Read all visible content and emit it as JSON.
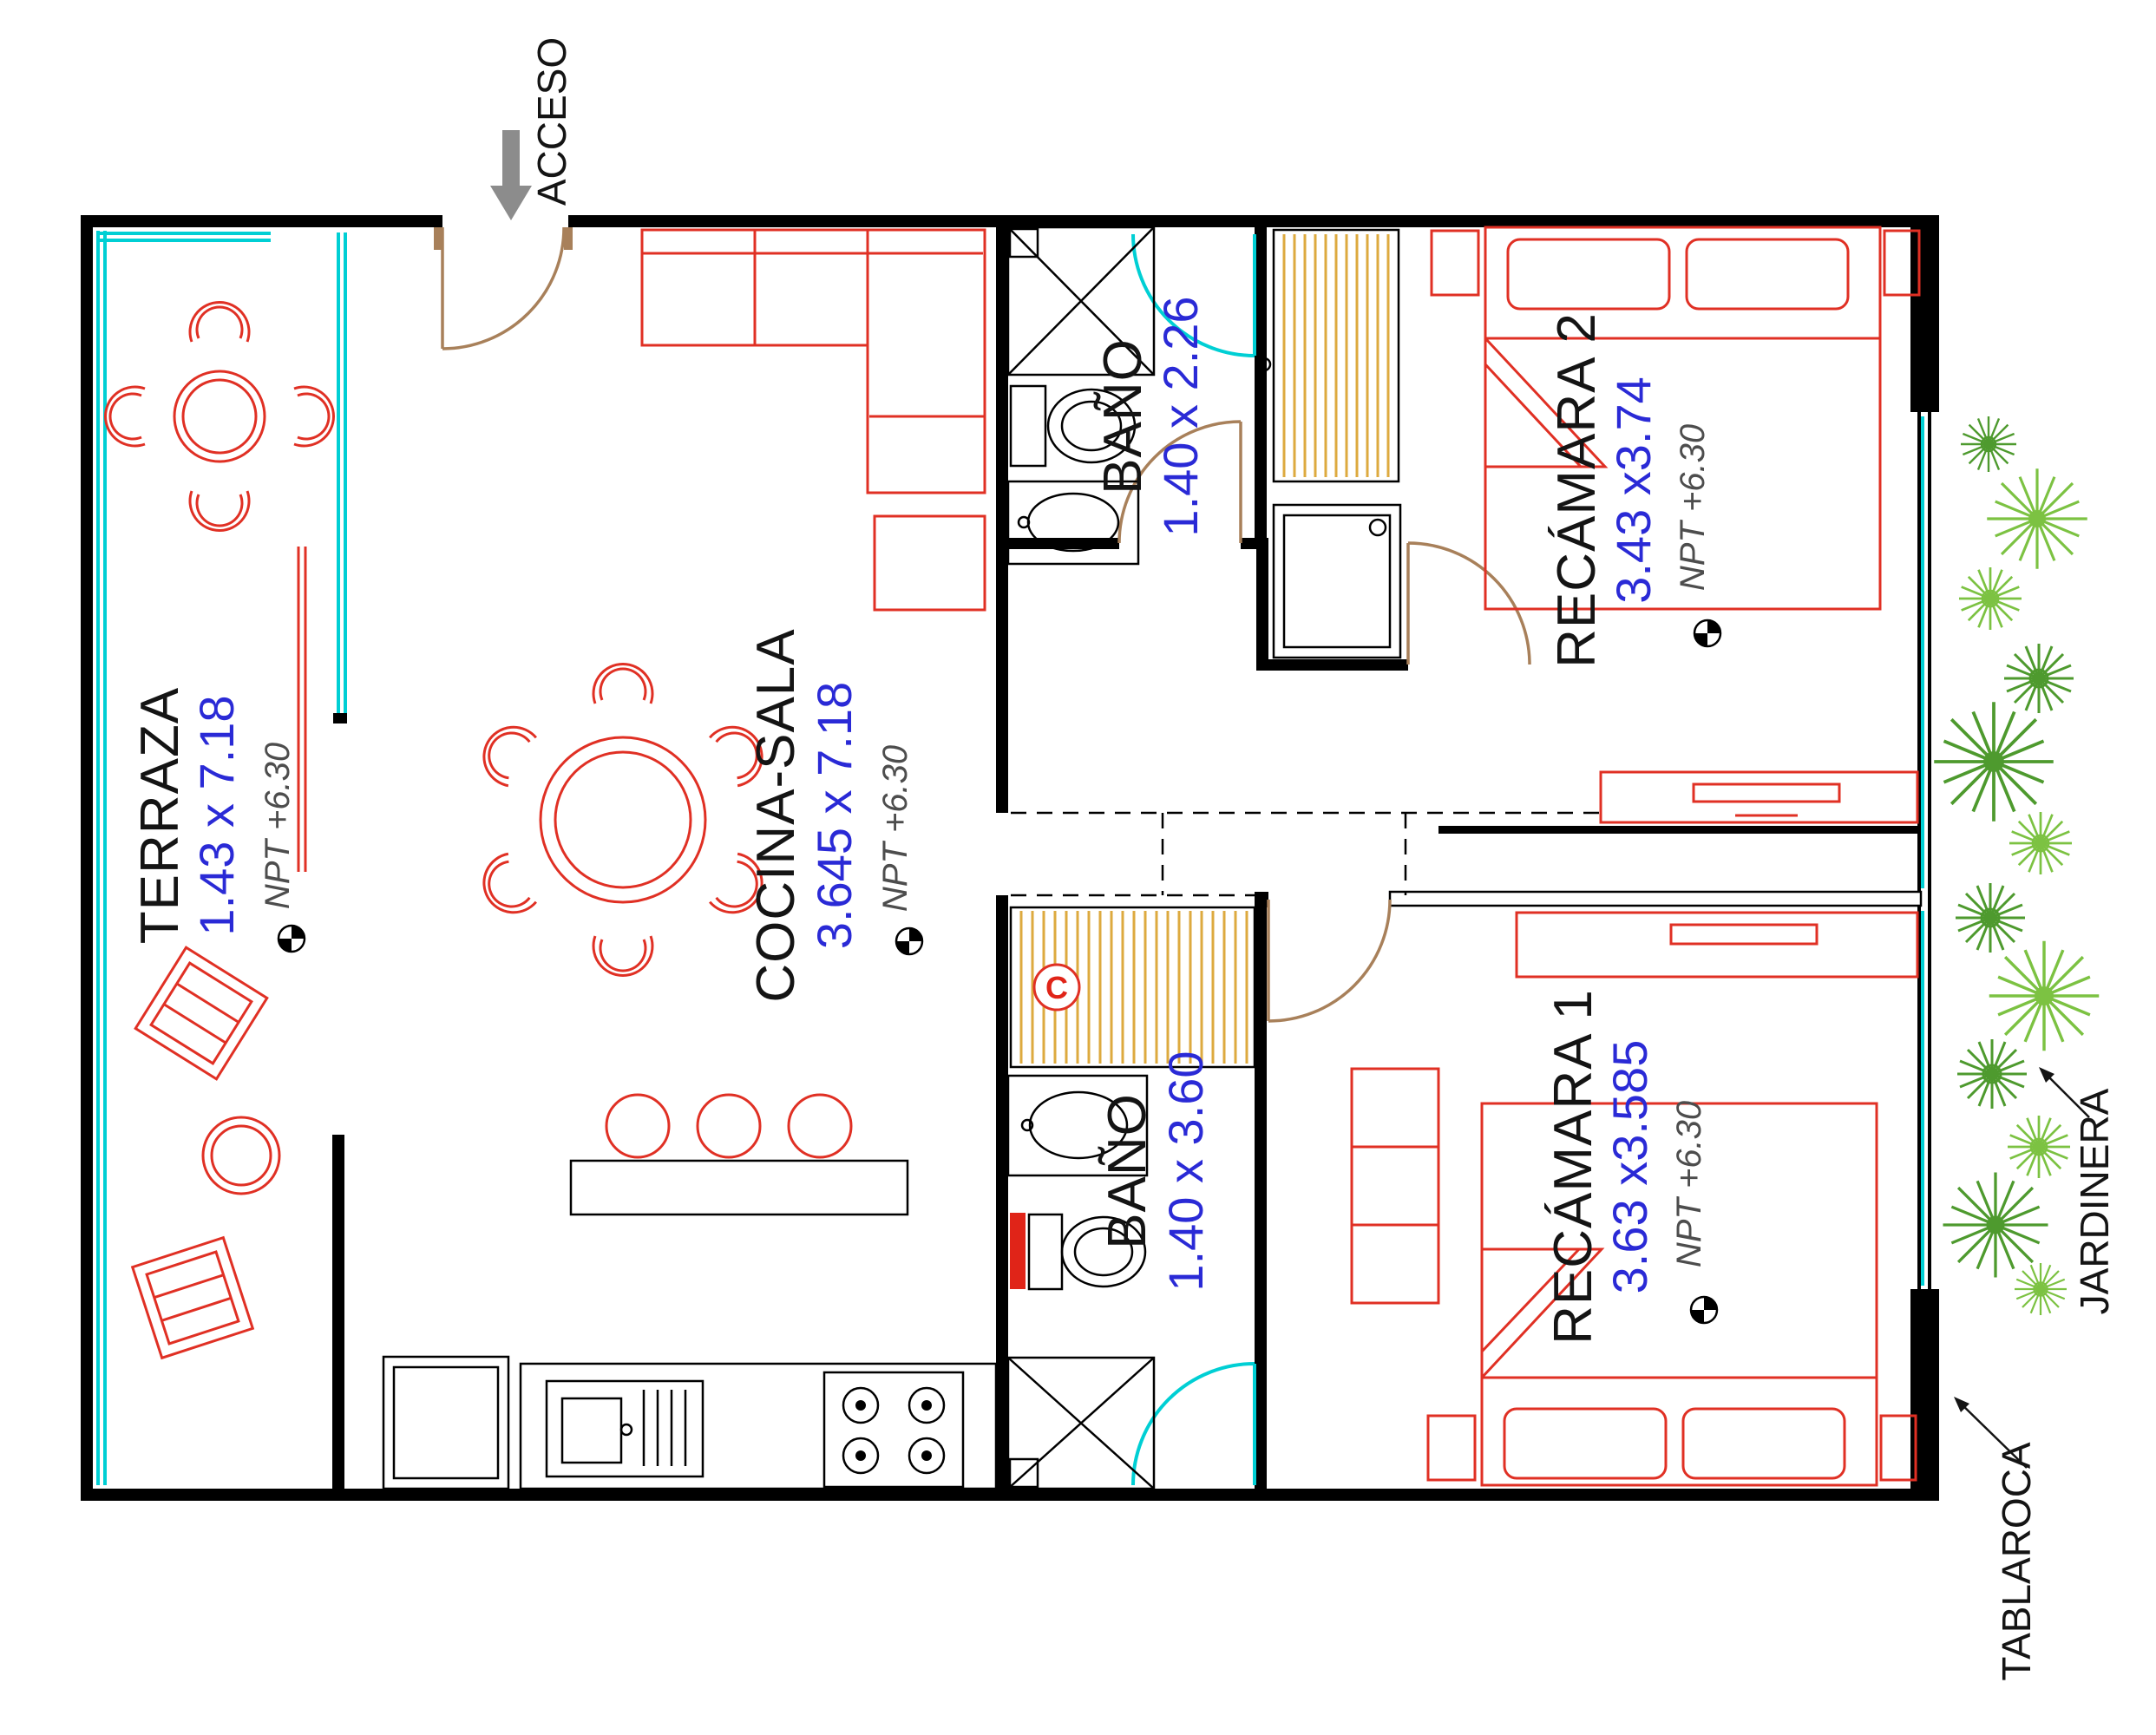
{
  "rooms": {
    "terraza": {
      "name": "TERRAZA",
      "dims": "1.43 x 7.18",
      "npt": "NPT +6.30"
    },
    "cocina_sala": {
      "name": "COCINA-SALA",
      "dims": "3.645 x 7.18",
      "npt": "NPT +6.30"
    },
    "bano_sup": {
      "name": "BAÑO",
      "dims": "1.40 x 2.26"
    },
    "recamara_2": {
      "name": "RECÁMARA 2",
      "dims": "3.43 x3.74",
      "npt": "NPT +6.30"
    },
    "bano_inf": {
      "name": "BAÑO",
      "dims": "1.40 x 3.60"
    },
    "recamara_1": {
      "name": "RECÁMARA 1",
      "dims": "3.63 x3.585",
      "npt": "NPT +6.30"
    }
  },
  "callouts": {
    "acceso": "ACCESO",
    "jardinera": "JARDINERA",
    "tablaroca": "TABLAROCA",
    "closet_tag": "C"
  },
  "colors": {
    "wall": "#000000",
    "furniture": "#e03024",
    "window": "#00cfd4",
    "door": "#a8805a",
    "closet_hatch": "#ddaa3f",
    "plant_dark": "#4e9a2e",
    "plant_light": "#7cc242",
    "dimension_text": "#2a2ad6",
    "npt_text": "#4d4d4d",
    "access_arrow": "#8c8c8c"
  }
}
